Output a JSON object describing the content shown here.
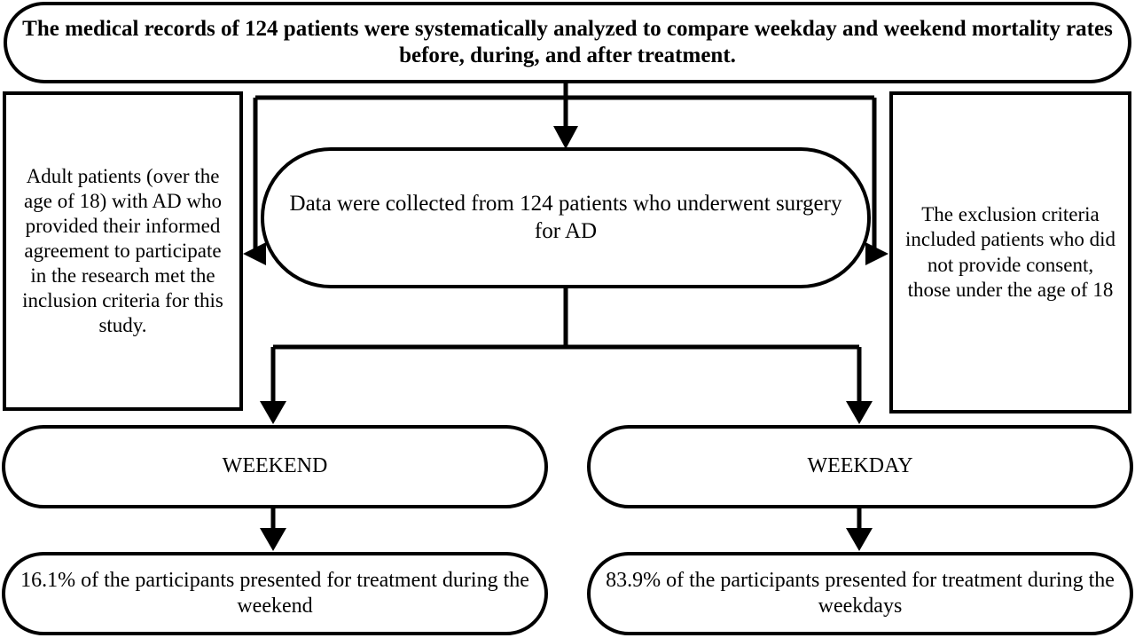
{
  "diagram": {
    "title_node": {
      "id": "study-description",
      "text": "The medical records of 124 patients were systematically analyzed to compare weekday and weekend mortality rates before, during, and after treatment."
    },
    "inclusion_node": {
      "id": "inclusion-criteria",
      "text": "Adult patients (over the age of 18) with AD who provided their informed agreement to participate in the research met the inclusion criteria for this study."
    },
    "exclusion_node": {
      "id": "exclusion-criteria",
      "text": "The exclusion criteria included patients who did not provide consent, those under the age of 18"
    },
    "data_node": {
      "id": "data-collection",
      "text": "Data were collected from 124 patients who underwent surgery for AD"
    },
    "branches": [
      {
        "id": "weekend",
        "label": "WEEKEND",
        "result": "16.1% of the participants presented for treatment during the weekend",
        "percentage": "16.1%"
      },
      {
        "id": "weekday",
        "label": "WEEKDAY",
        "result": "83.9% of the participants presented for treatment during the weekdays",
        "percentage": "83.9%"
      }
    ],
    "counts": {
      "total_patients": "124",
      "minimum_age": "18"
    },
    "colors": {
      "stroke": "#000000",
      "fill": "#ffffff",
      "text": "#000000"
    },
    "connectors": [
      {
        "id": "title-to-data",
        "from": "study-description",
        "to": "data-collection",
        "kind": "arrow-down"
      },
      {
        "id": "title-to-inclusion",
        "from": "study-description",
        "to": "inclusion-criteria",
        "kind": "arrow-left"
      },
      {
        "id": "title-to-exclusion",
        "from": "study-description",
        "to": "exclusion-criteria",
        "kind": "arrow-right"
      },
      {
        "id": "data-to-weekend",
        "from": "data-collection",
        "to": "weekend",
        "kind": "arrow-down"
      },
      {
        "id": "data-to-weekday",
        "from": "data-collection",
        "to": "weekday",
        "kind": "arrow-down"
      },
      {
        "id": "weekend-to-result",
        "from": "weekend",
        "to": "weekend-result",
        "kind": "arrow-down"
      },
      {
        "id": "weekday-to-result",
        "from": "weekday",
        "to": "weekday-result",
        "kind": "arrow-down"
      }
    ]
  }
}
